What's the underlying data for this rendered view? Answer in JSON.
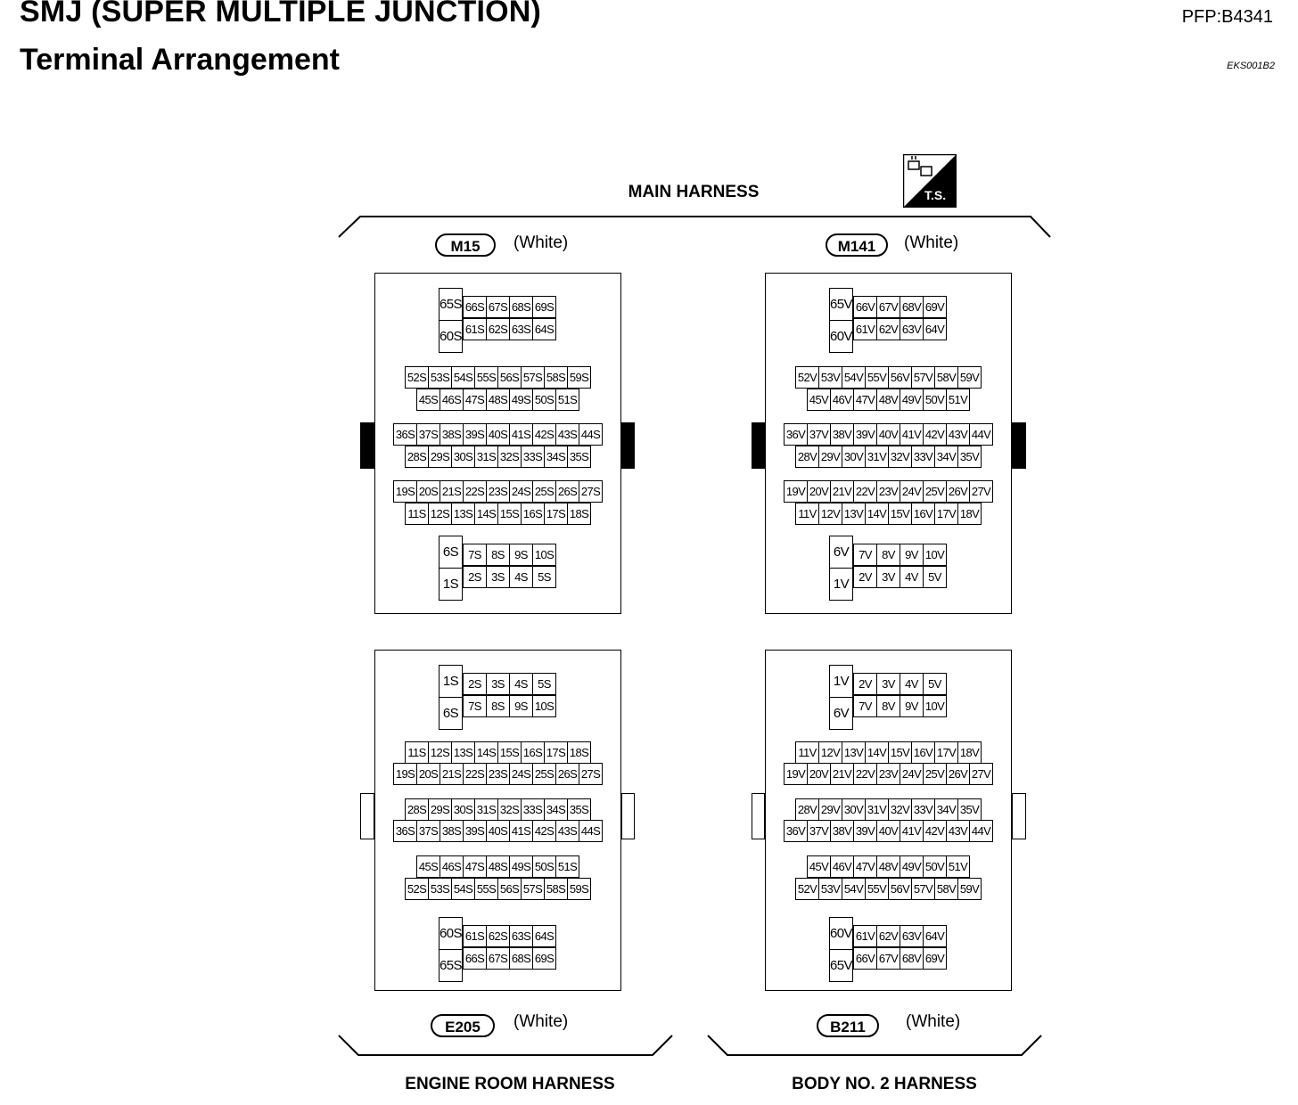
{
  "header": {
    "title": "SMJ (SUPER MULTIPLE JUNCTION)",
    "pfp": "PFP:B4341",
    "subtitle": "Terminal Arrangement",
    "code": "EKS001B2"
  },
  "ts_icon": {
    "label": "T.S."
  },
  "harnesses": {
    "main": "MAIN HARNESS",
    "engine_room": "ENGINE ROOM HARNESS",
    "body_no2": "BODY NO. 2 HARNESS"
  },
  "connectors": {
    "m15": {
      "id": "M15",
      "color": "(White)"
    },
    "m141": {
      "id": "M141",
      "color": "(White)"
    },
    "e205": {
      "id": "E205",
      "color": "(White)"
    },
    "b211": {
      "id": "B211",
      "color": "(White)"
    }
  },
  "suffix": {
    "s": "S",
    "v": "V"
  }
}
